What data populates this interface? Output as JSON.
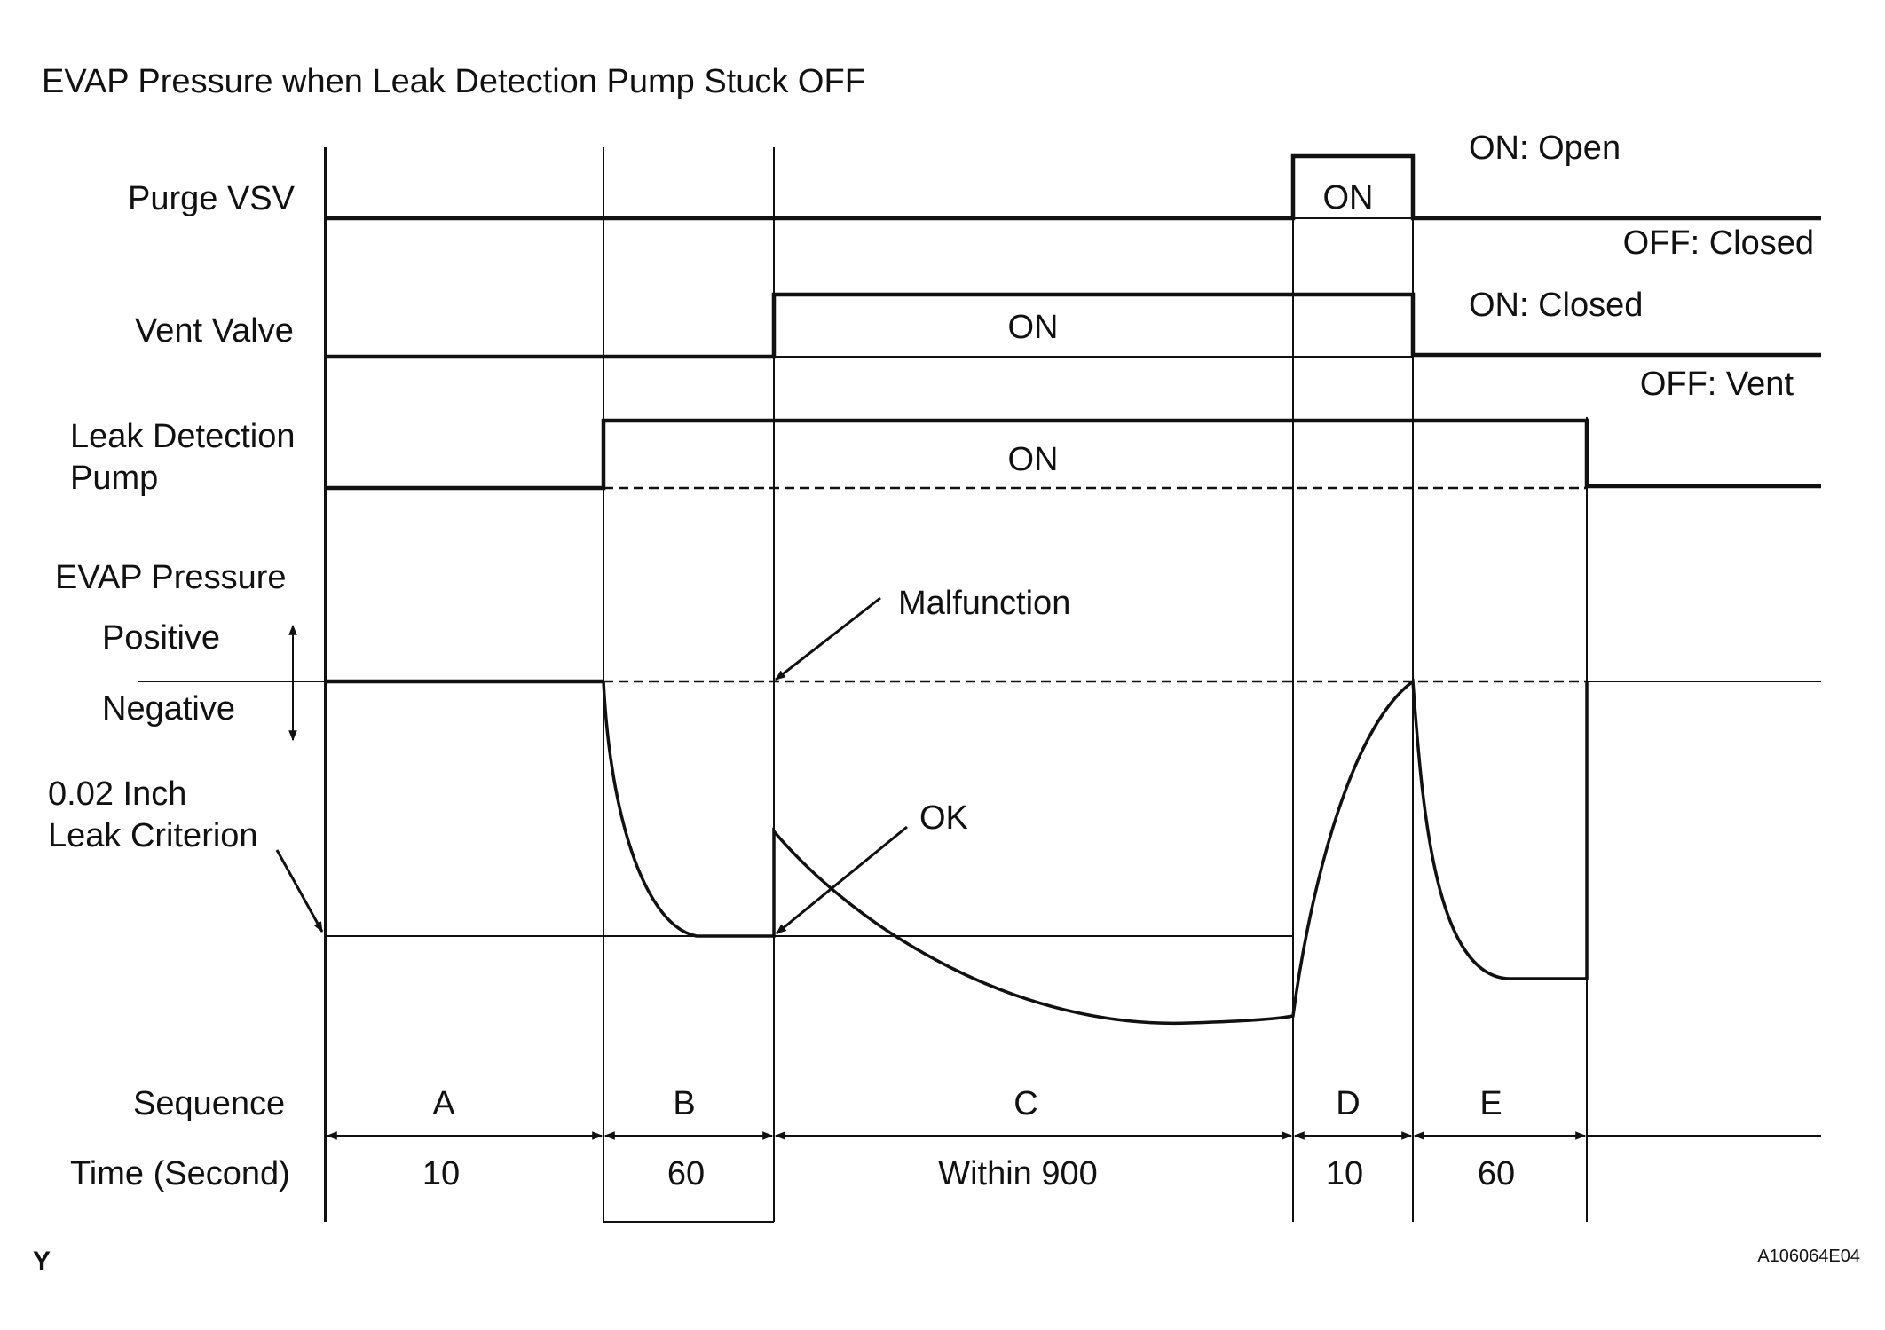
{
  "title": "EVAP Pressure when Leak Detection Pump Stuck OFF",
  "signals": {
    "purge_vsv": {
      "label": "Purge VSV",
      "on_text": "ON",
      "state_on": "ON: Open",
      "state_off": "OFF: Closed"
    },
    "vent_valve": {
      "label": "Vent Valve",
      "on_text": "ON",
      "state_on": "ON: Closed",
      "state_off": "OFF: Vent"
    },
    "leak_pump": {
      "label_line1": "Leak Detection",
      "label_line2": "Pump",
      "on_text": "ON"
    }
  },
  "pressure": {
    "label": "EVAP Pressure",
    "positive": "Positive",
    "negative": "Negative",
    "criterion_line1": "0.02 Inch",
    "criterion_line2": "Leak Criterion",
    "malfunction": "Malfunction",
    "ok": "OK"
  },
  "sequence": {
    "label": "Sequence",
    "time_label": "Time (Second)",
    "steps": [
      {
        "name": "A",
        "time": "10"
      },
      {
        "name": "B",
        "time": "60"
      },
      {
        "name": "C",
        "time": "Within 900"
      },
      {
        "name": "D",
        "time": "10"
      },
      {
        "name": "E",
        "time": "60"
      }
    ]
  },
  "footer": {
    "left_mark": "Y",
    "figure_code": "A106064E04"
  },
  "colors": {
    "ink": "#111111",
    "background": "#ffffff"
  }
}
